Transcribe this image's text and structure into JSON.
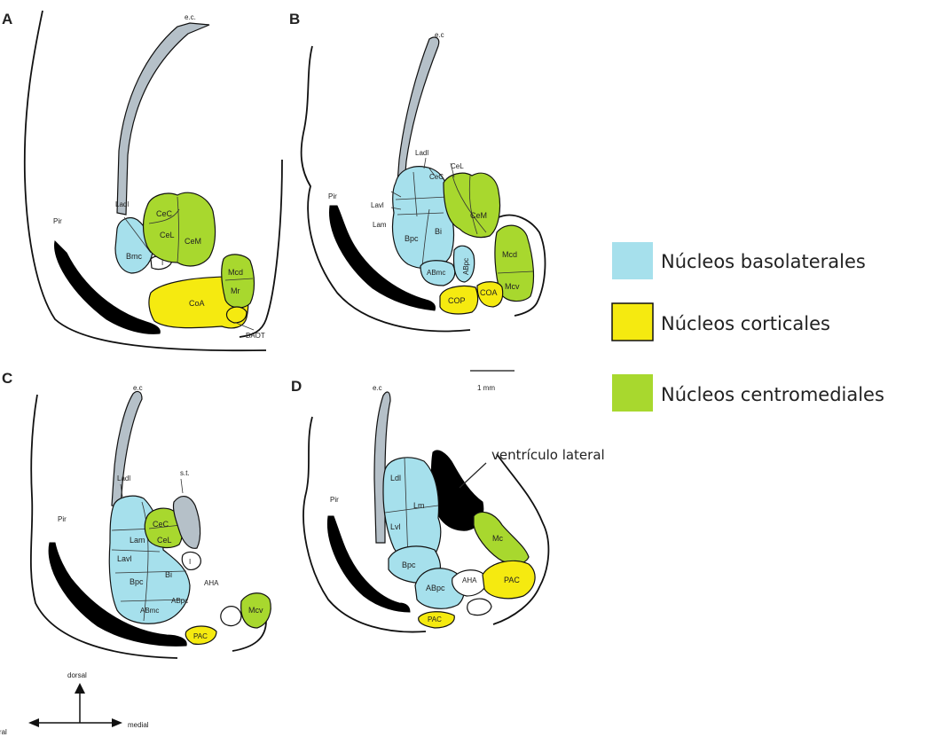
{
  "panels": {
    "a": {
      "letter": "A",
      "labels": {
        "ec": "e.c.",
        "pir": "Pir",
        "ladl": "Ladl",
        "bmc": "Bmc",
        "cec": "CeC",
        "cel": "CeL",
        "cem": "CeM",
        "i": "I",
        "mcd": "Mcd",
        "mr": "Mr",
        "coa": "CoA",
        "baot": "BAOT"
      }
    },
    "b": {
      "letter": "B",
      "labels": {
        "ec": "e.c",
        "pir": "Pir",
        "ladl": "Ladl",
        "lavl": "Lavl",
        "lam": "Lam",
        "cel": "CeL",
        "cec": "CeC",
        "cem": "CeM",
        "bpc": "Bpc",
        "bi": "Bi",
        "abmc": "ABmc",
        "abpc": "ABpc",
        "mcd": "Mcd",
        "mcv": "Mcv",
        "cop": "COP",
        "coa": "COA"
      }
    },
    "c": {
      "letter": "C",
      "labels": {
        "ec": "e.c",
        "pir": "Pir",
        "ladl": "Ladl",
        "st": "s.t.",
        "cec": "CeC",
        "cel": "CeL",
        "lam": "Lam",
        "lavl": "Lavl",
        "i": "I",
        "bpc": "Bpc",
        "bi": "Bi",
        "aha": "AHA",
        "abmc": "ABmc",
        "abpc": "ABpc",
        "mcv": "Mcv",
        "pac": "PAC"
      }
    },
    "d": {
      "letter": "D",
      "labels": {
        "ec": "e.c",
        "scale": "1 mm",
        "pir": "Pir",
        "ldl": "Ldl",
        "lm": "Lm",
        "lvl": "Lvl",
        "bpc": "Bpc",
        "abpc": "ABpc",
        "aha": "AHA",
        "mc": "Mc",
        "pac_right": "PAC",
        "pac_bottom": "PAC",
        "ventricle": "ventrículo lateral"
      }
    }
  },
  "legend": [
    {
      "label": "Núcleos basolaterales",
      "color": "#a6e0ec"
    },
    {
      "label": "Núcleos corticales",
      "color": "#f5ea10"
    },
    {
      "label": "Núcleos centromediales",
      "color": "#a8d82e"
    }
  ],
  "compass": {
    "up": "dorsal",
    "left": "lateral",
    "right": "medial"
  }
}
